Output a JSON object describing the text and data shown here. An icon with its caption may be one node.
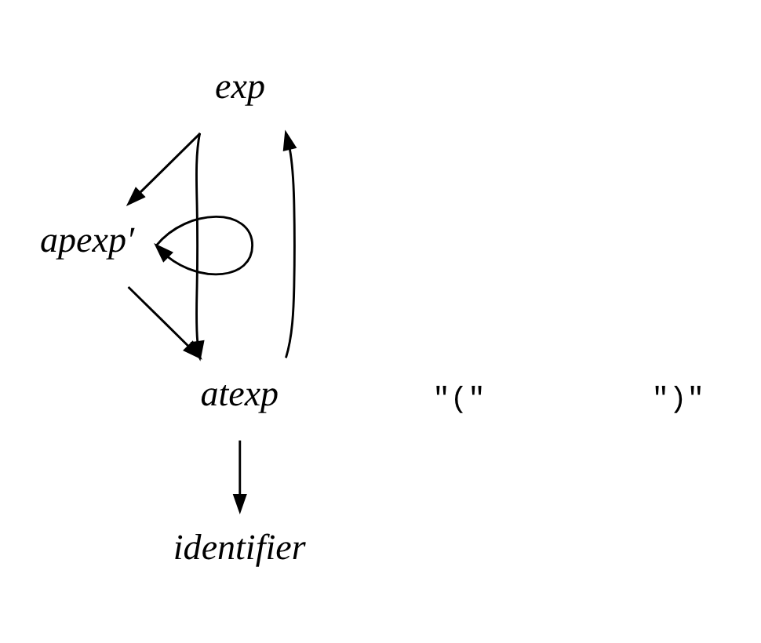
{
  "diagram": {
    "nodes": [
      {
        "text": [
          "exp"
        ]
      },
      {
        "text": [
          "apexp′"
        ]
      },
      {
        "text": [
          "atexp"
        ]
      },
      {
        "text": [
          "identifier"
        ]
      }
    ],
    "edges": [
      {
        "from": 0,
        "to": 1,
        "arrow": "to"
      },
      {
        "from": 1,
        "to": 1,
        "arrow": "to"
      },
      {
        "from": 1,
        "to": 2,
        "arrow": "to"
      },
      {
        "from": 0,
        "to": 2,
        "arrow": "to"
      },
      {
        "from": 2,
        "to": 0,
        "arrow": "to"
      },
      {
        "from": 2,
        "to": 3,
        "arrow": "to"
      }
    ],
    "labels": [
      "\"(\"",
      "\")\""
    ]
  }
}
